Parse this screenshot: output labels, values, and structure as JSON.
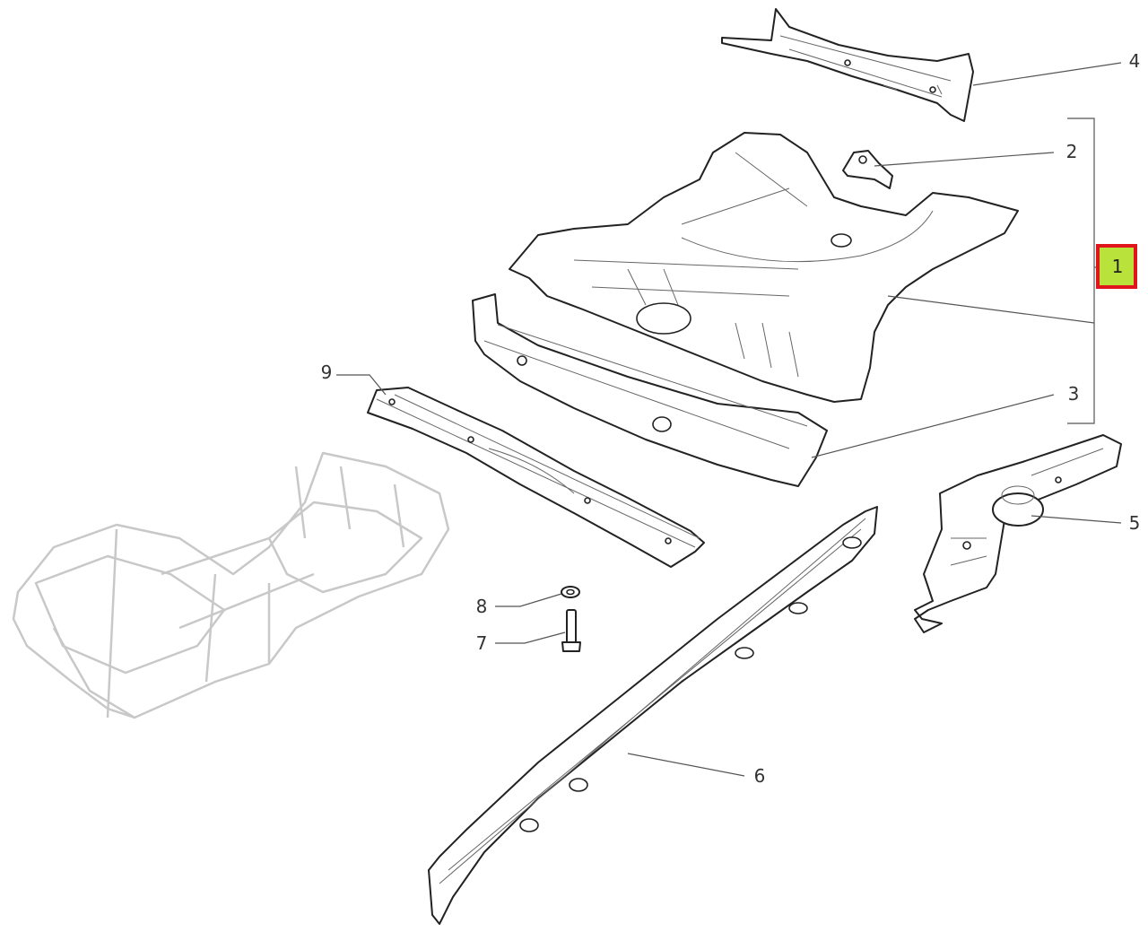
{
  "callouts": [
    {
      "id": "1",
      "label": "1",
      "highlighted": true
    },
    {
      "id": "2",
      "label": "2"
    },
    {
      "id": "3",
      "label": "3"
    },
    {
      "id": "4",
      "label": "4"
    },
    {
      "id": "5",
      "label": "5"
    },
    {
      "id": "6",
      "label": "6"
    },
    {
      "id": "7",
      "label": "7"
    },
    {
      "id": "8",
      "label": "8"
    },
    {
      "id": "9",
      "label": "9"
    }
  ],
  "colors": {
    "highlight_fill": "#b9e23a",
    "highlight_border": "#e0141b",
    "line": "#222222",
    "ghost": "#c8c8c8"
  }
}
